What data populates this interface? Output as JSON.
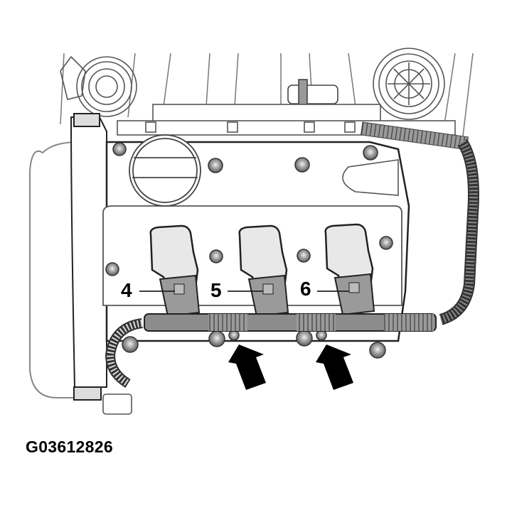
{
  "figure": {
    "id": "G03612826",
    "subject": "Engine cylinder head cover with ignition coils",
    "callouts": [
      {
        "label": "4",
        "target": "ignition coil 4"
      },
      {
        "label": "5",
        "target": "ignition coil 5"
      },
      {
        "label": "6",
        "target": "ignition coil 6"
      }
    ],
    "arrows": [
      {
        "name": "arrow-left",
        "points_to": "cover bolt between coil 4 and 5"
      },
      {
        "name": "arrow-right",
        "points_to": "cover bolt between coil 5 and 6"
      }
    ]
  },
  "colors": {
    "line": "#222222",
    "light_line": "#8a8a8a",
    "coil_fill": "#9a9a9a",
    "coil_cap": "#e8e8e8",
    "rail_fill": "#8c8c8c",
    "bolt_fill": "#9e9e9e",
    "arrow_fill": "#000000"
  }
}
